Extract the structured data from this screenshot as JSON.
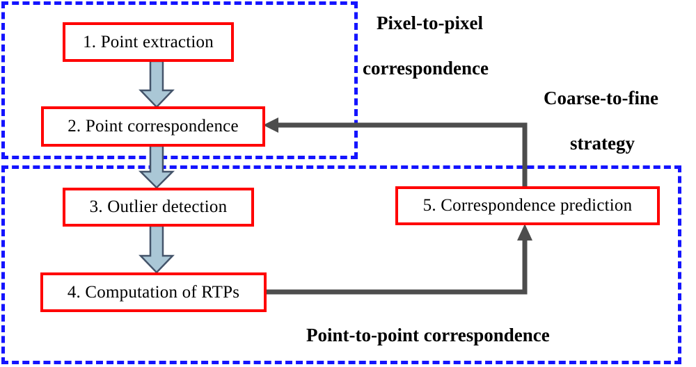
{
  "diagram": {
    "title": "Coarse-to-fine correspondence pipeline",
    "background_color": "#ffffff",
    "box_border_color": "#ff0000",
    "region_border_color": "#1414ff",
    "block_arrow_fill": "#aac7d6",
    "block_arrow_stroke": "#44546a",
    "connector_color": "#4d4d4d",
    "text_color": "#000000"
  },
  "boxes": [
    {
      "id": "box-1",
      "label": "1. Point extraction"
    },
    {
      "id": "box-2",
      "label": "2. Point correspondence"
    },
    {
      "id": "box-3",
      "label": "3. Outlier detection"
    },
    {
      "id": "box-4",
      "label": "4. Computation of RTPs"
    },
    {
      "id": "box-5",
      "label": "5. Correspondence prediction"
    }
  ],
  "regions": [
    {
      "id": "region-pixel",
      "name": "pixel-to-pixel-region"
    },
    {
      "id": "region-point",
      "name": "point-to-point-region"
    }
  ],
  "labels": {
    "pixel_line1": "Pixel-to-pixel",
    "pixel_line2": "correspondence",
    "coarse_line1": "Coarse-to-fine",
    "coarse_line2": "strategy",
    "point_to_point": "Point-to-point correspondence"
  },
  "arrows": [
    {
      "id": "arrow-1-2",
      "name": "arrow-point-extraction-to-point-correspondence",
      "from": "box-1",
      "to": "box-2",
      "style": "block",
      "direction": "down"
    },
    {
      "id": "arrow-2-3",
      "name": "arrow-point-correspondence-to-outlier-detection",
      "from": "box-2",
      "to": "box-3",
      "style": "block",
      "direction": "down"
    },
    {
      "id": "arrow-3-4",
      "name": "arrow-outlier-detection-to-computation-of-rtps",
      "from": "box-3",
      "to": "box-4",
      "style": "block",
      "direction": "down"
    },
    {
      "id": "conn-4-5",
      "name": "connector-computation-of-rtps-to-correspondence-prediction",
      "from": "box-4",
      "to": "box-5",
      "style": "polyline",
      "direction": "up"
    },
    {
      "id": "conn-5-2",
      "name": "connector-correspondence-prediction-to-point-correspondence",
      "from": "box-5",
      "to": "box-2",
      "style": "polyline",
      "direction": "left"
    }
  ]
}
